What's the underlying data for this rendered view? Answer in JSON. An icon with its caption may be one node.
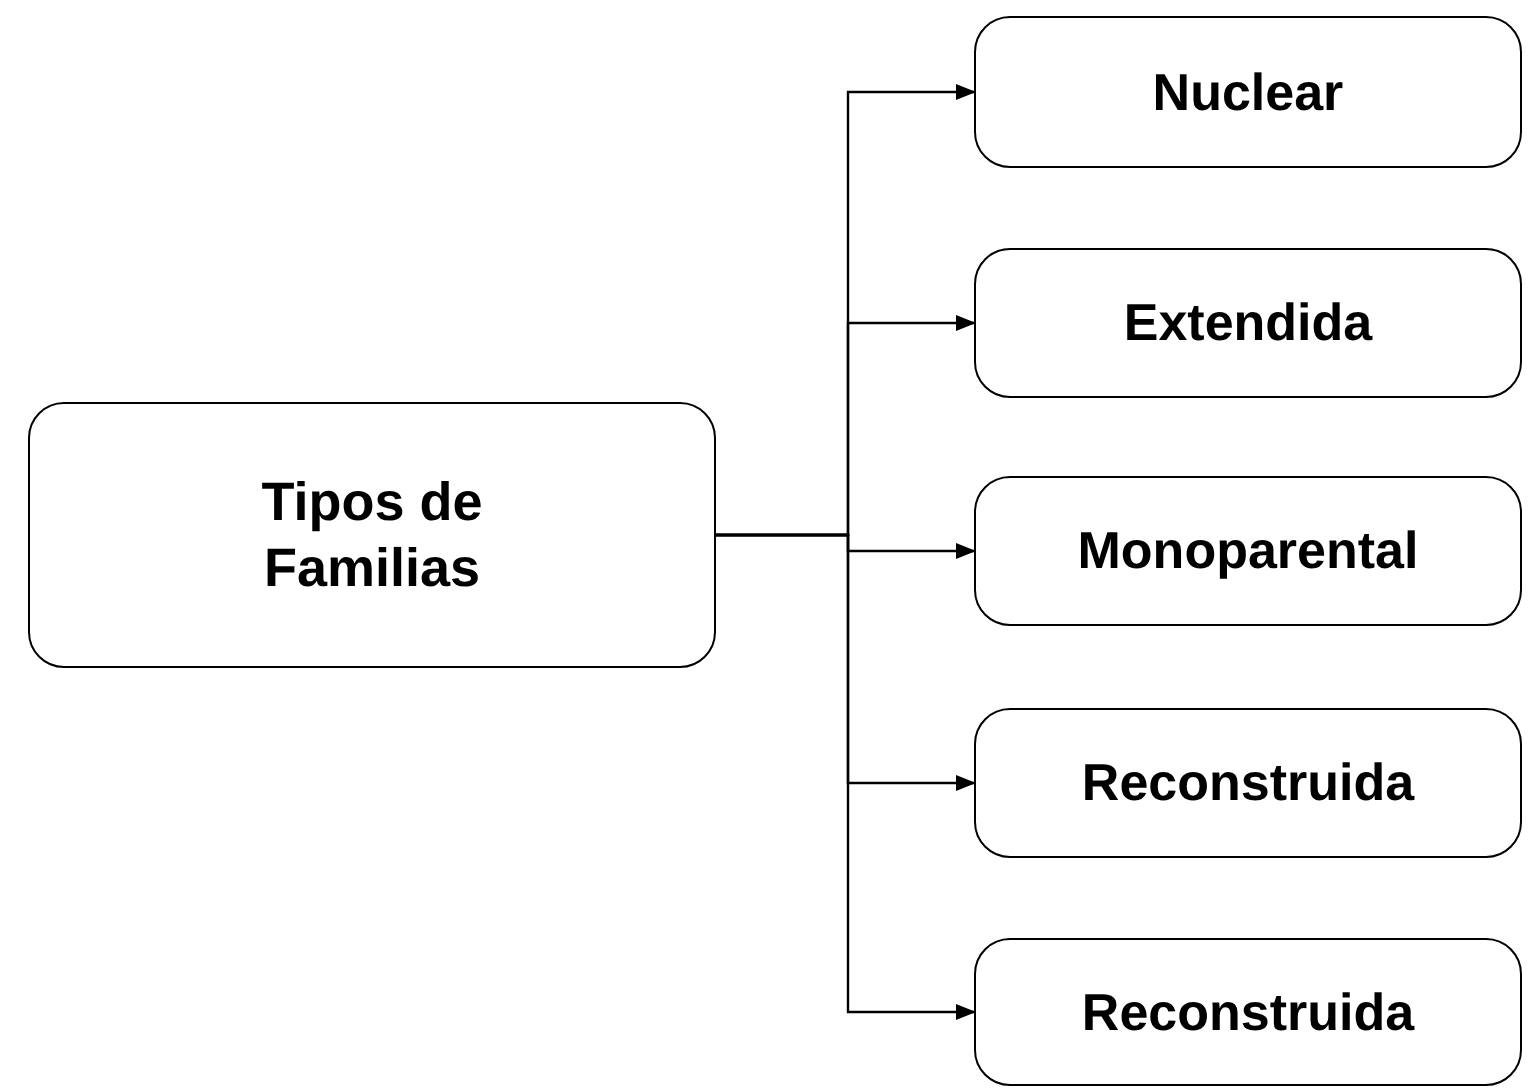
{
  "diagram": {
    "nodes": [
      {
        "text": [
          "Tipos de Familias"
        ]
      },
      {
        "text": [
          "Nuclear"
        ]
      },
      {
        "text": [
          "Extendida"
        ]
      },
      {
        "text": [
          "Monoparental"
        ]
      },
      {
        "text": [
          "Reconstruida"
        ]
      },
      {
        "text": [
          "Reconstruida"
        ]
      }
    ],
    "edges": [
      {
        "from": 0,
        "to": 1,
        "arrow": "to"
      },
      {
        "from": 0,
        "to": 2,
        "arrow": "to"
      },
      {
        "from": 0,
        "to": 3,
        "arrow": "to"
      },
      {
        "from": 0,
        "to": 4,
        "arrow": "to"
      },
      {
        "from": 0,
        "to": 5,
        "arrow": "to"
      }
    ]
  }
}
